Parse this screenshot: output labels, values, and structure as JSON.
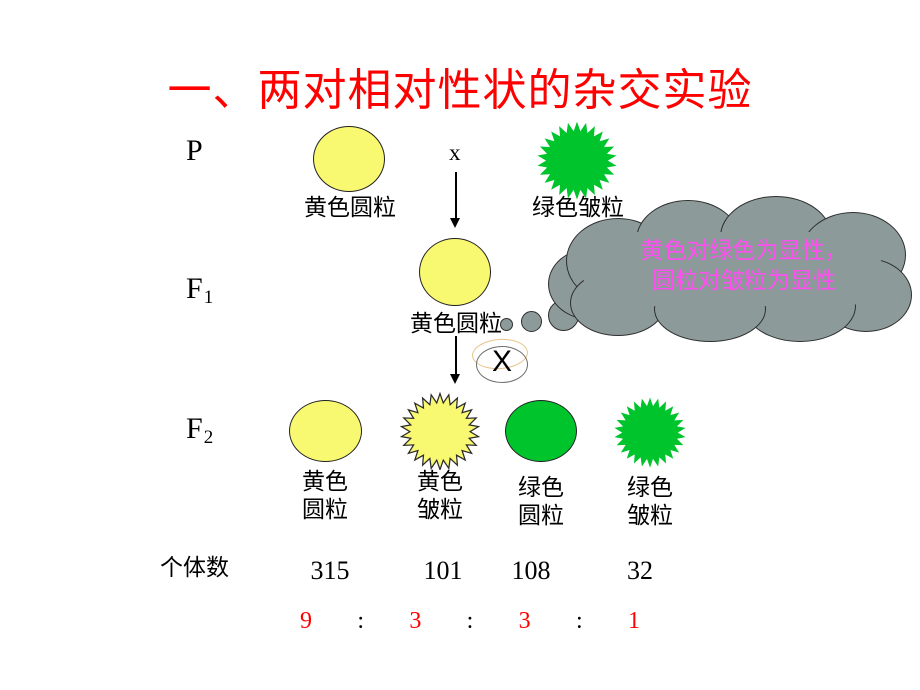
{
  "slide": {
    "title": "一、两对相对性状的杂交实验",
    "title_color": "#ff0000",
    "background": "#ffffff"
  },
  "generations": {
    "p_label": "P",
    "f1_label": "F",
    "f1_sub": "1",
    "f2_label": "F",
    "f2_sub": "2"
  },
  "parents": {
    "cross_symbol": "x",
    "left": {
      "caption": "黄色圆粒",
      "shape": "circle",
      "color": "#f9f871",
      "color_name": "yellow"
    },
    "right": {
      "caption": "绿色皱粒",
      "shape": "star",
      "color": "#00c42b",
      "color_name": "green"
    }
  },
  "f1": {
    "caption": "黄色圆粒",
    "shape": "circle",
    "color": "#f9f871",
    "self_cross_symbol": "X"
  },
  "bubble": {
    "line1": "黄色对绿色为显性，",
    "line2": "圆粒对皱粒为显性",
    "fill_color": "#8d9a9a",
    "text_color": "#ff4df0"
  },
  "f2": {
    "items": [
      {
        "caption_line1": "黄色",
        "caption_line2": "圆粒",
        "shape": "circle",
        "color": "#f9f871",
        "count": "315",
        "ratio": "9"
      },
      {
        "caption_line1": "黄色",
        "caption_line2": "皱粒",
        "shape": "star",
        "color": "#f9f871",
        "count": "101",
        "ratio": "3"
      },
      {
        "caption_line1": "绿色",
        "caption_line2": "圆粒",
        "shape": "circle",
        "color": "#00c42b",
        "count": "108",
        "ratio": "3"
      },
      {
        "caption_line1": "绿色",
        "caption_line2": "皱粒",
        "shape": "star",
        "color": "#00c42b",
        "count": "32",
        "ratio": "1"
      }
    ]
  },
  "counts": {
    "label": "个体数"
  },
  "ratio": {
    "separator": ":",
    "color": "#ff0000"
  }
}
